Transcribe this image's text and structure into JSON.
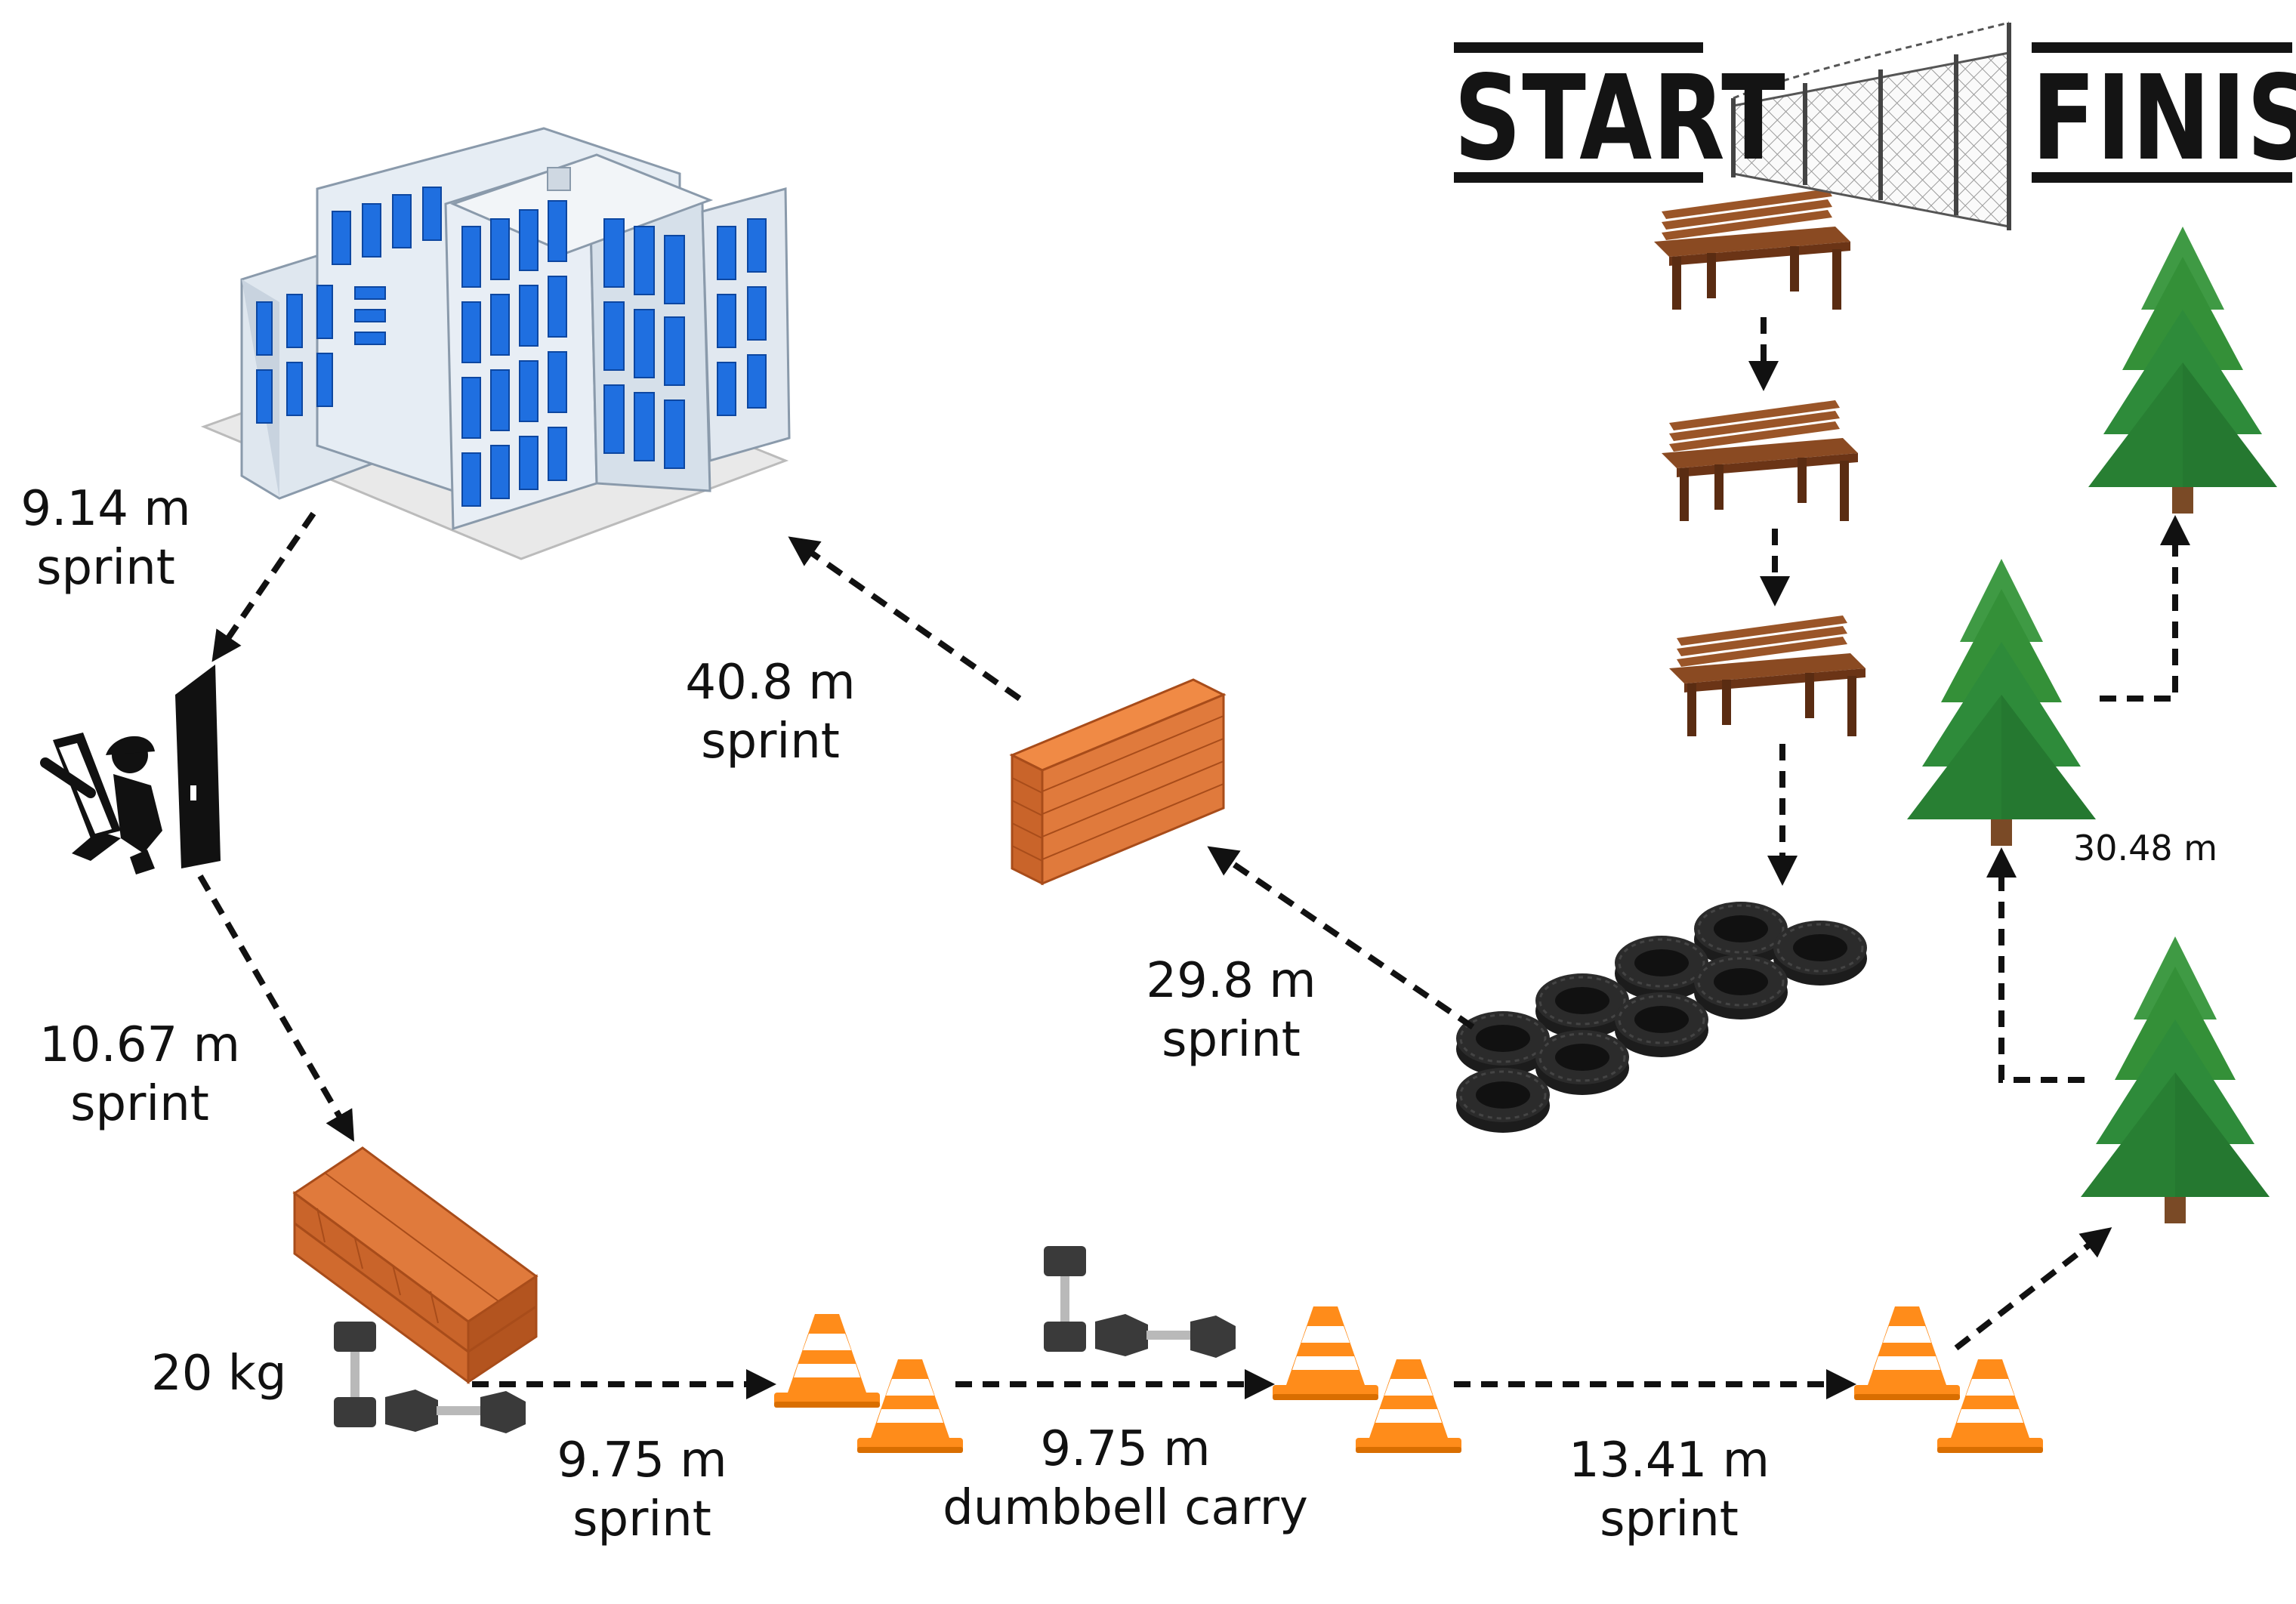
{
  "start_label": "START",
  "finish_label": "FINISH",
  "segments": [
    {
      "distance": "9.14 m",
      "activity": "sprint"
    },
    {
      "distance": "10.67 m",
      "activity": "sprint"
    },
    {
      "distance": "9.75 m",
      "activity": "sprint"
    },
    {
      "distance": "9.75 m",
      "activity": "dumbbell carry"
    },
    {
      "distance": "13.41 m",
      "activity": "sprint"
    },
    {
      "distance": "30.48 m"
    },
    {
      "distance": "29.8 m",
      "activity": "sprint"
    },
    {
      "distance": "40.8 m",
      "activity": "sprint"
    }
  ],
  "dumbbell_weight": "20 kg",
  "icons": [
    "office-building-icon",
    "soldier-with-door-icon",
    "brick-wall-icon",
    "dumbbell-icon",
    "traffic-cone-icon",
    "pine-tree-icon",
    "tire-stack-icon",
    "park-bench-icon",
    "chain-link-fence-icon"
  ],
  "colors": {
    "building_glass": "#1f6fe0",
    "brick": "#e0773a",
    "cone": "#ff8c1a",
    "tree": "#2e8b3a",
    "bench": "#8a4a22",
    "tire": "#222222",
    "arrow": "#111111"
  }
}
